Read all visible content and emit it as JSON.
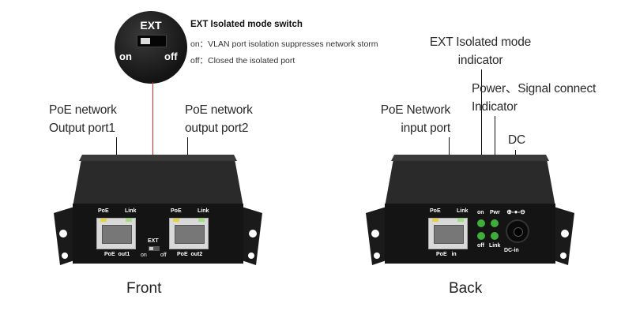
{
  "ext_switch_zoom": {
    "label_ext": "EXT",
    "label_on": "on",
    "label_off": "off"
  },
  "ext_switch_description": {
    "title": "EXT Isolated mode switch",
    "on_line": "on：VLAN port isolation suppresses network storm",
    "off_line": "off：Closed the isolated port"
  },
  "front": {
    "caption": "Front",
    "callout_port1": [
      "PoE network",
      "Output port1"
    ],
    "callout_port2": [
      "PoE network",
      "output port2"
    ],
    "port1": {
      "led_left": "PoE",
      "led_right": "Link",
      "bottom_label": "PoE  out1"
    },
    "port2": {
      "led_left": "PoE",
      "led_right": "Link",
      "bottom_label": "PoE  out2"
    },
    "switch": {
      "top_label": "EXT",
      "left_label": "on",
      "right_label": "off"
    }
  },
  "back": {
    "caption": "Back",
    "callout_ext_indicator": [
      "EXT Isolated mode",
      "indicator"
    ],
    "callout_power_signal": [
      "Power、Signal connect",
      "Indicator"
    ],
    "callout_input": [
      "PoE Network",
      "input port"
    ],
    "callout_dc": "DC",
    "port_in": {
      "led_left": "PoE",
      "led_right": "Link",
      "bottom_label": "PoE   in"
    },
    "leds": {
      "top_left": "on",
      "top_right": "Pwr",
      "bottom_left": "off",
      "bottom_right": "Link"
    },
    "dc": {
      "symbol": "⊕-●-⊖",
      "label": "DC-in"
    }
  },
  "colors": {
    "callout_line": "#111111",
    "ext_red_line": "#d8232a",
    "led_green": "#3fae3a",
    "led_yellow": "#e8d23c",
    "device_body": "#1c1c1c"
  }
}
